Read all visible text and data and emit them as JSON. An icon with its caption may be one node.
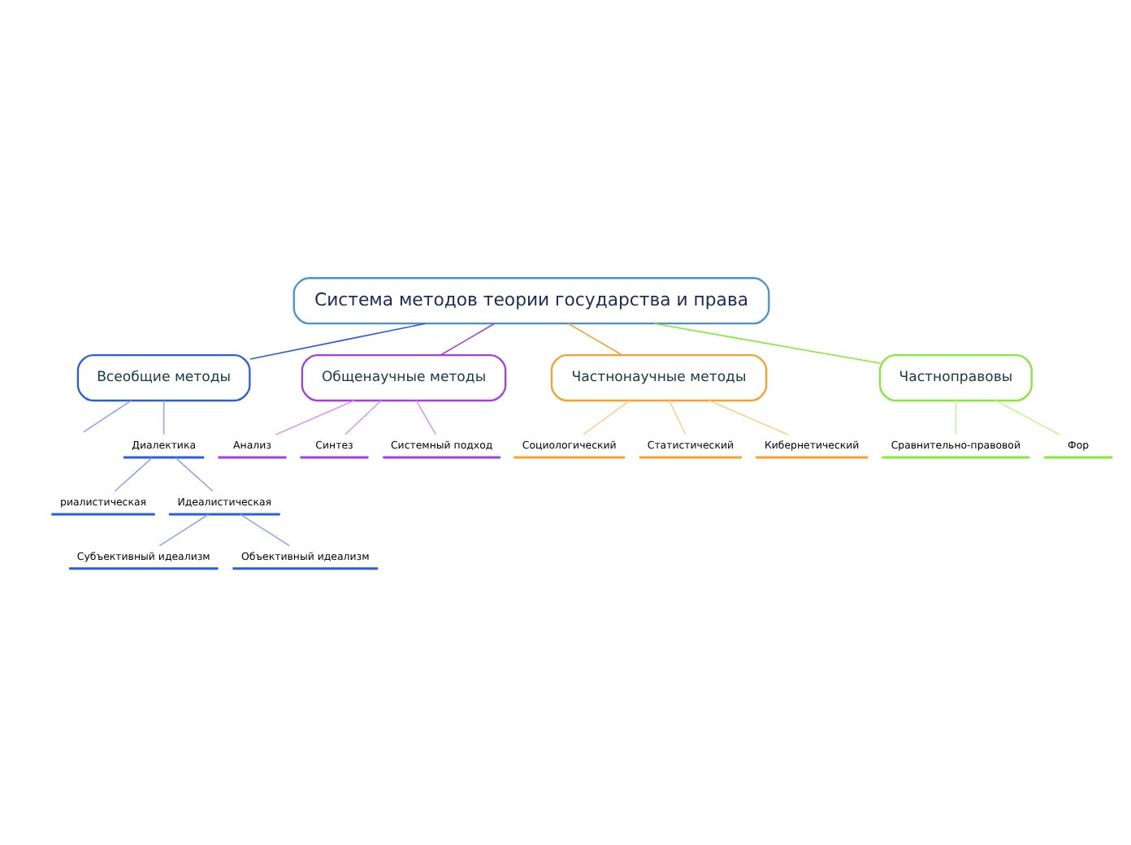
{
  "diagram": {
    "nodes": [
      {
        "text": [
          "Система методов теории государства и права"
        ]
      },
      {
        "text": [
          "Всеобщие методы"
        ]
      },
      {
        "text": [
          "Диалектика"
        ]
      },
      {
        "text": [
          "риалистическая"
        ]
      },
      {
        "text": [
          "Идеалистическая"
        ]
      },
      {
        "text": [
          "Субъективный идеализм"
        ]
      },
      {
        "text": [
          "Объективный идеализм"
        ]
      },
      {
        "text": [
          "Общенаучные методы"
        ]
      },
      {
        "text": [
          "Анализ"
        ]
      },
      {
        "text": [
          "Синтез"
        ]
      },
      {
        "text": [
          "Системный подход"
        ]
      },
      {
        "text": [
          "Частнонаучные методы"
        ]
      },
      {
        "text": [
          "Социологический"
        ]
      },
      {
        "text": [
          "Статистический"
        ]
      },
      {
        "text": [
          "Кибернетический"
        ]
      },
      {
        "text": [
          "Частноправовы"
        ]
      },
      {
        "text": [
          "Сравнительно-правовой"
        ]
      },
      {
        "text": [
          "Фор"
        ]
      }
    ],
    "edges": [
      {
        "from": 0,
        "to": 1,
        "arrow": "none",
        "color": "#2b5ce6"
      },
      {
        "from": 1,
        "to": null,
        "arrow": "none",
        "color": "#8aa6f0"
      },
      {
        "from": 1,
        "to": 2,
        "arrow": "none",
        "color": "#8aa6f0"
      },
      {
        "from": 2,
        "to": 3,
        "arrow": "none",
        "color": "#8aa6f0"
      },
      {
        "from": 2,
        "to": 4,
        "arrow": "none",
        "color": "#8aa6f0"
      },
      {
        "from": 4,
        "to": 5,
        "arrow": "none",
        "color": "#8aa6f0"
      },
      {
        "from": 4,
        "to": 6,
        "arrow": "none",
        "color": "#8aa6f0"
      },
      {
        "from": 0,
        "to": 7,
        "arrow": "none",
        "color": "#a23ee8"
      },
      {
        "from": 7,
        "to": 8,
        "arrow": "none",
        "color": "#d49af4"
      },
      {
        "from": 7,
        "to": 9,
        "arrow": "none",
        "color": "#d49af4"
      },
      {
        "from": 7,
        "to": 10,
        "arrow": "none",
        "color": "#d49af4"
      },
      {
        "from": 0,
        "to": 11,
        "arrow": "none",
        "color": "#f7a02c"
      },
      {
        "from": 11,
        "to": 12,
        "arrow": "none",
        "color": "#fbcf90"
      },
      {
        "from": 11,
        "to": 13,
        "arrow": "none",
        "color": "#fbcf90"
      },
      {
        "from": 11,
        "to": 14,
        "arrow": "none",
        "color": "#fbcf90"
      },
      {
        "from": 0,
        "to": 15,
        "arrow": "none",
        "color": "#86e83a"
      },
      {
        "from": 15,
        "to": 16,
        "arrow": "none",
        "color": "#c2f49a"
      },
      {
        "from": 15,
        "to": 17,
        "arrow": "none",
        "color": "#c2f49a"
      }
    ]
  }
}
